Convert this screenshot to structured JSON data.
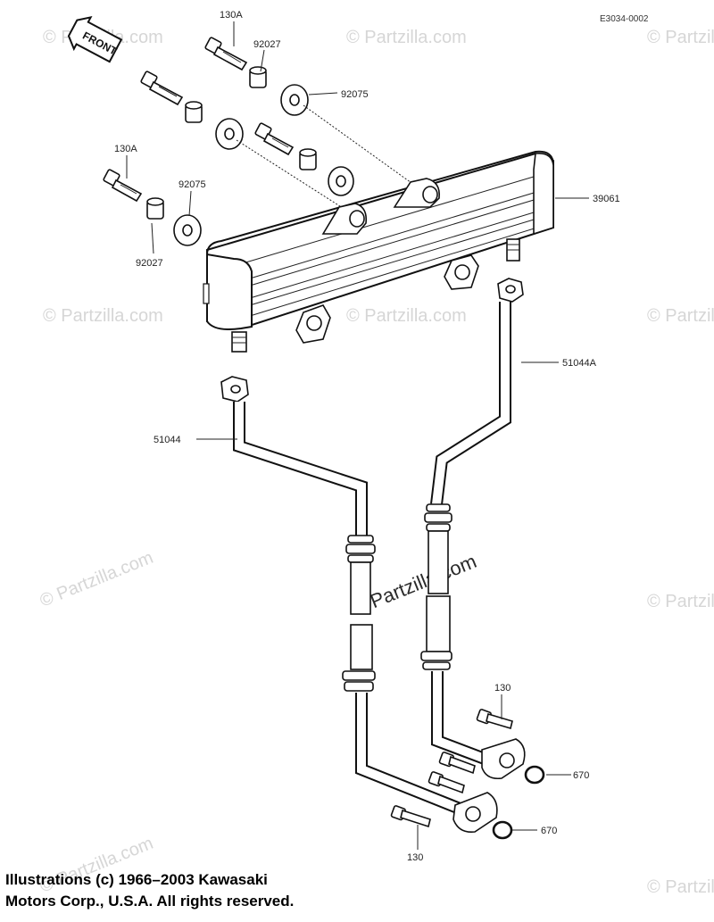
{
  "diagram_code": "E3034-0002",
  "front_label": "FRONT",
  "watermark_text": "© Partzilla.com",
  "watermark_center": "© Partzilla.com",
  "parts": {
    "bolt_130A_top": "130A",
    "collar_92027_top": "92027",
    "grommet_92075_top": "92075",
    "bolt_130A_left": "130A",
    "grommet_92075_left": "92075",
    "collar_92027_left": "92027",
    "oil_cooler": "39061",
    "pipe_51044A": "51044A",
    "pipe_51044": "51044",
    "bolt_130_right": "130",
    "oring_670_right": "670",
    "oring_670_bottom": "670",
    "bolt_130_bottom": "130"
  },
  "copyright": {
    "line1": "Illustrations (c) 1966–2003 Kawasaki",
    "line2": "Motors Corp., U.S.A.  All rights reserved."
  }
}
